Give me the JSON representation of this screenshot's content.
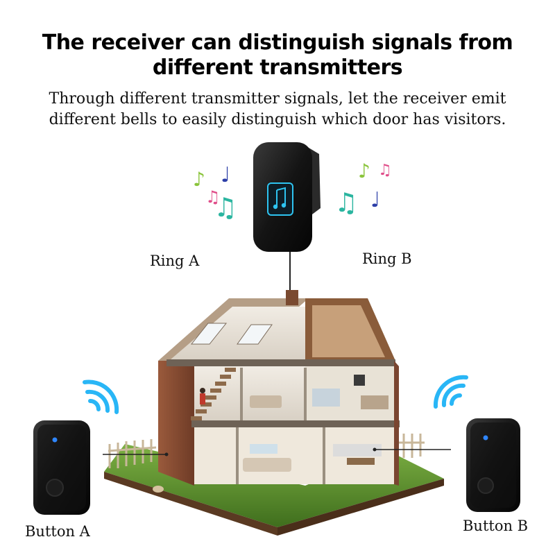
{
  "heading": {
    "line1": "The receiver can distinguish signals from",
    "line2": "different transmitters"
  },
  "description": {
    "line1": "Through different transmitter signals, let the receiver emit",
    "line2": "different bells to easily distinguish which door has visitors."
  },
  "labels": {
    "ring_a": "Ring  A",
    "ring_b": "Ring  B",
    "button_a": "Button  A",
    "button_b": "Button  B"
  },
  "icons": {
    "receiver_screen": "music-note-icon",
    "transmitter_signal": "wifi-signal-icon"
  },
  "colors": {
    "device_body": "#1b1b1b",
    "signal_blue": "#29b6f6",
    "receiver_glow": "#2ec4f1",
    "grass": "#5a8f2b"
  }
}
